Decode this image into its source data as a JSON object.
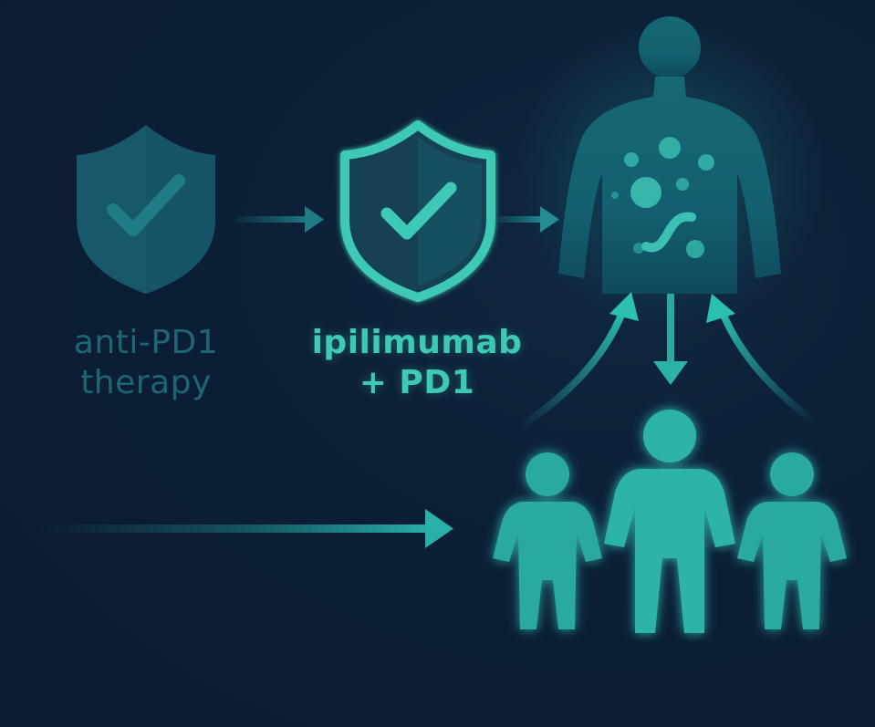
{
  "nodes": {
    "therapy_previous": {
      "line1": "anti-PD1",
      "line2": "therapy",
      "icon": "shield-check-icon",
      "state": "dimmed"
    },
    "therapy_current": {
      "line1": "ipilimumab",
      "line2": "+ PD1",
      "icon": "shield-check-icon",
      "state": "highlighted"
    },
    "patient": {
      "icon": "body-with-cells-icon"
    },
    "population": {
      "icon": "people-group-icon"
    }
  },
  "colors": {
    "background": "#0c1d33",
    "accent": "#3ec9b6",
    "dimmed": "#1f6675",
    "body": "#16656f"
  }
}
